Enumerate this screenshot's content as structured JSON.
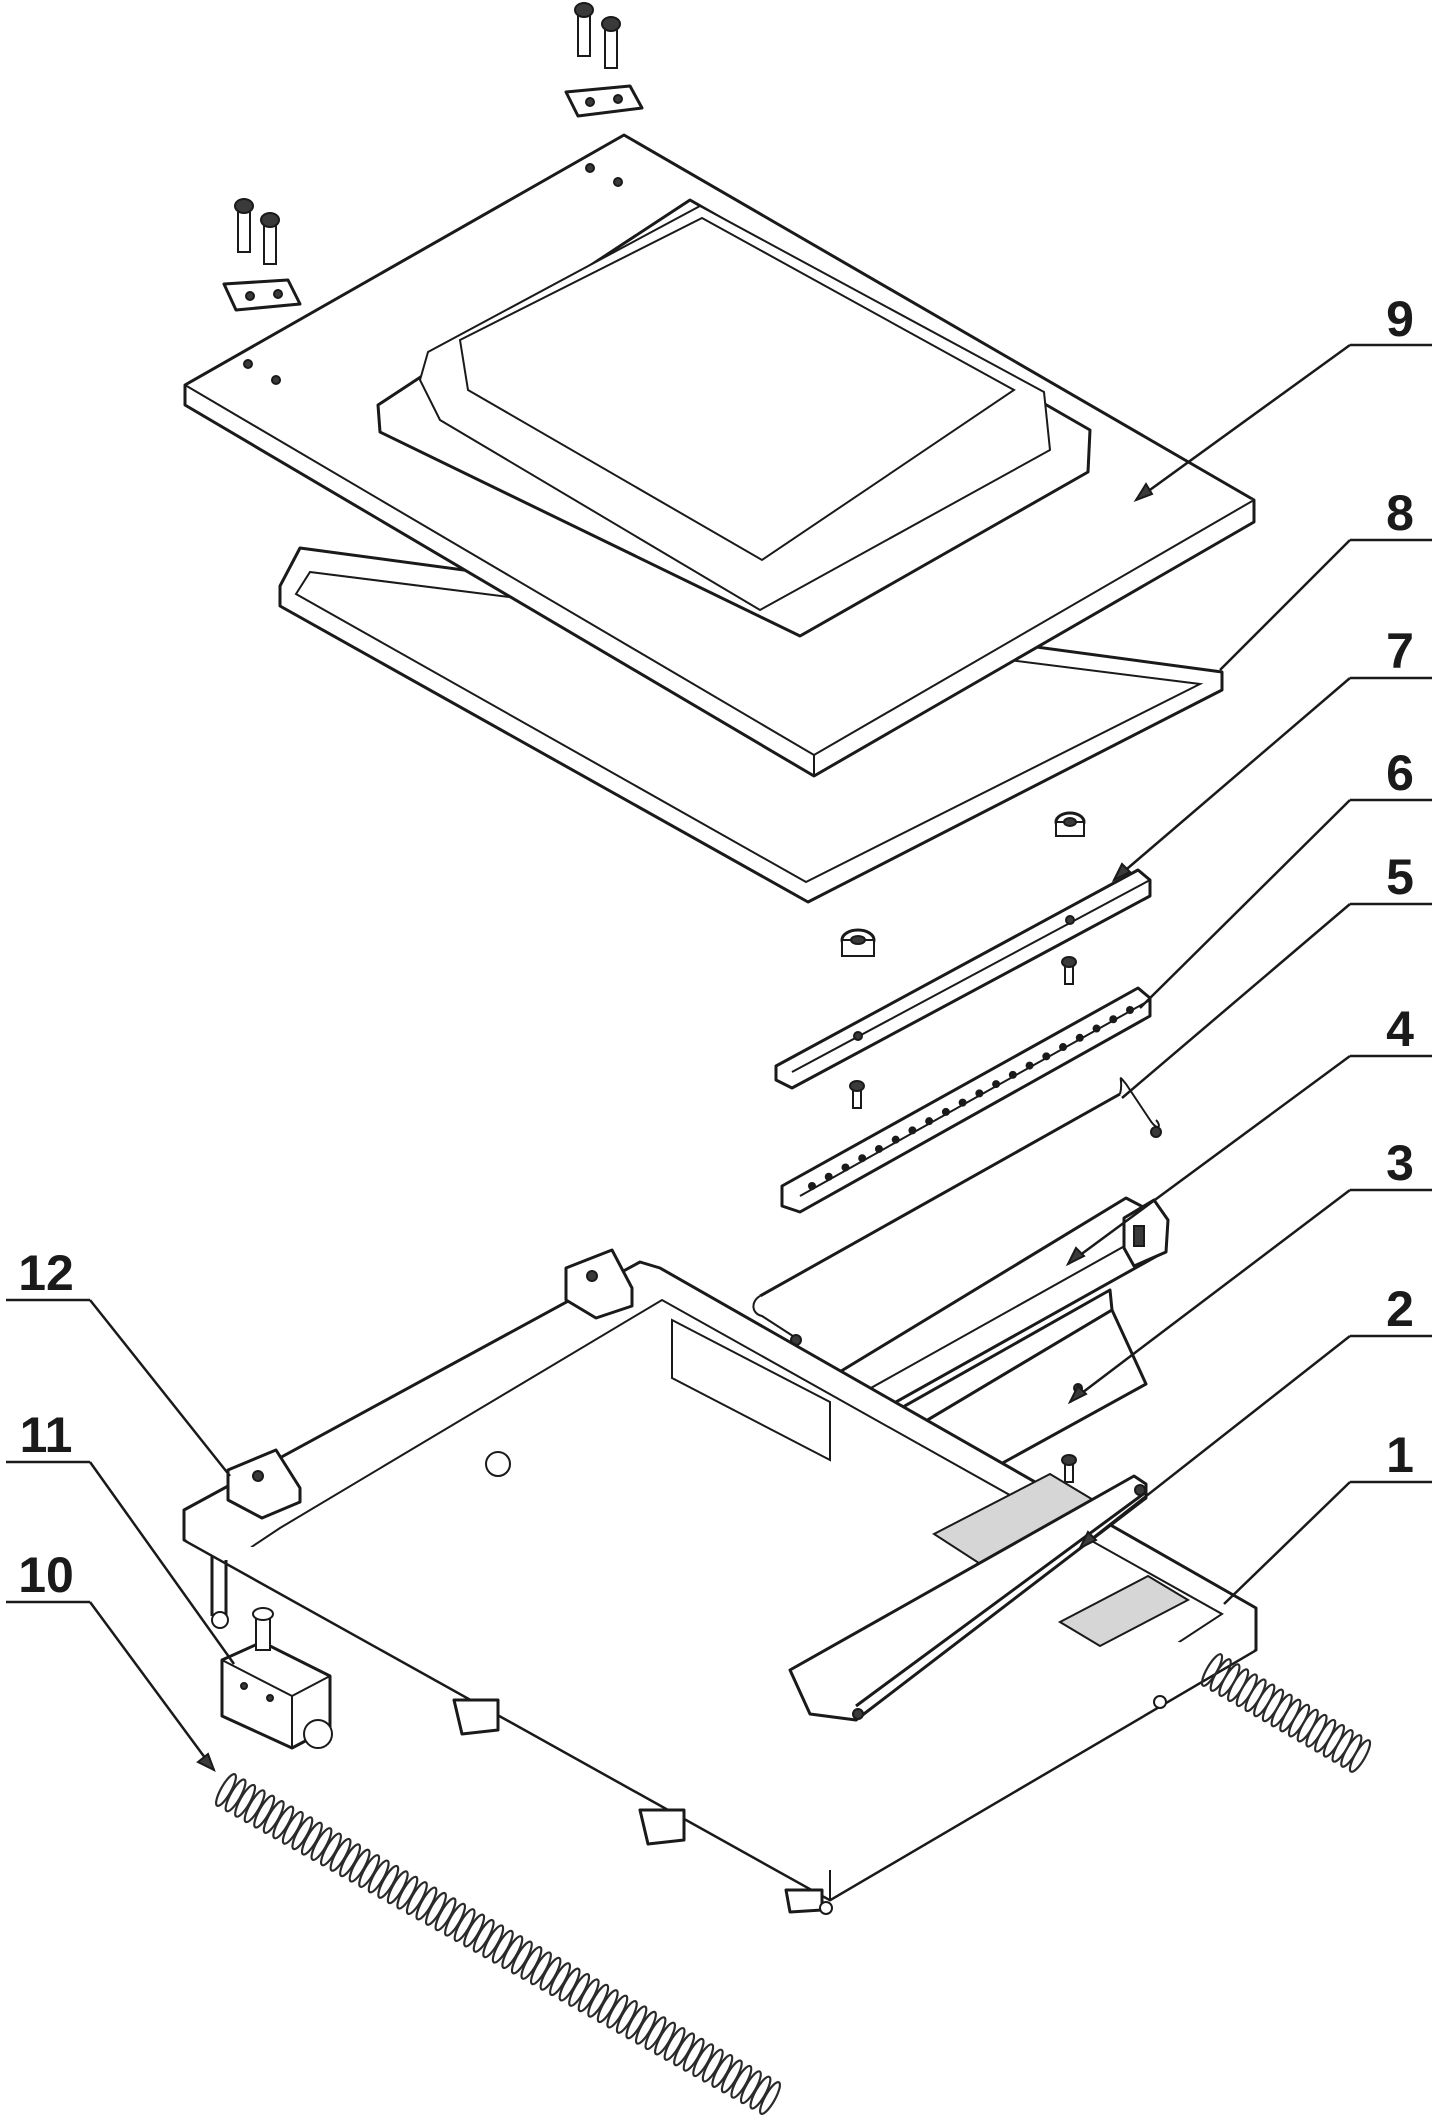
{
  "callouts": [
    {
      "id": "9",
      "label": "9"
    },
    {
      "id": "8",
      "label": "8"
    },
    {
      "id": "7",
      "label": "7"
    },
    {
      "id": "6",
      "label": "6"
    },
    {
      "id": "5",
      "label": "5"
    },
    {
      "id": "4",
      "label": "4"
    },
    {
      "id": "3",
      "label": "3"
    },
    {
      "id": "2",
      "label": "2"
    },
    {
      "id": "1",
      "label": "1"
    },
    {
      "id": "12",
      "label": "12"
    },
    {
      "id": "11",
      "label": "11"
    },
    {
      "id": "10",
      "label": "10"
    }
  ],
  "colors": {
    "line": "#1a1a1a",
    "background": "#ffffff",
    "shade": "#d6d6d6"
  }
}
